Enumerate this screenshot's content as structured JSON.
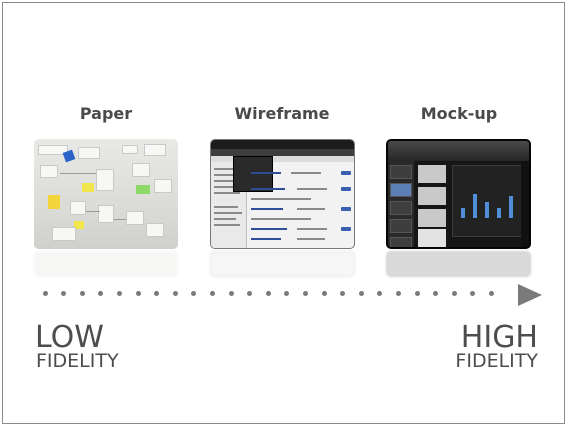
{
  "stages": [
    {
      "title": "Paper",
      "icon": "paper-whiteboard-image"
    },
    {
      "title": "Wireframe",
      "icon": "wireframe-screen-image"
    },
    {
      "title": "Mock-up",
      "icon": "mockup-screen-image"
    }
  ],
  "scale": {
    "low_main": "LOW",
    "low_sub": "FIDELITY",
    "high_main": "HIGH",
    "high_sub": "FIDELITY",
    "arrow_color": "#7a7a7a"
  }
}
